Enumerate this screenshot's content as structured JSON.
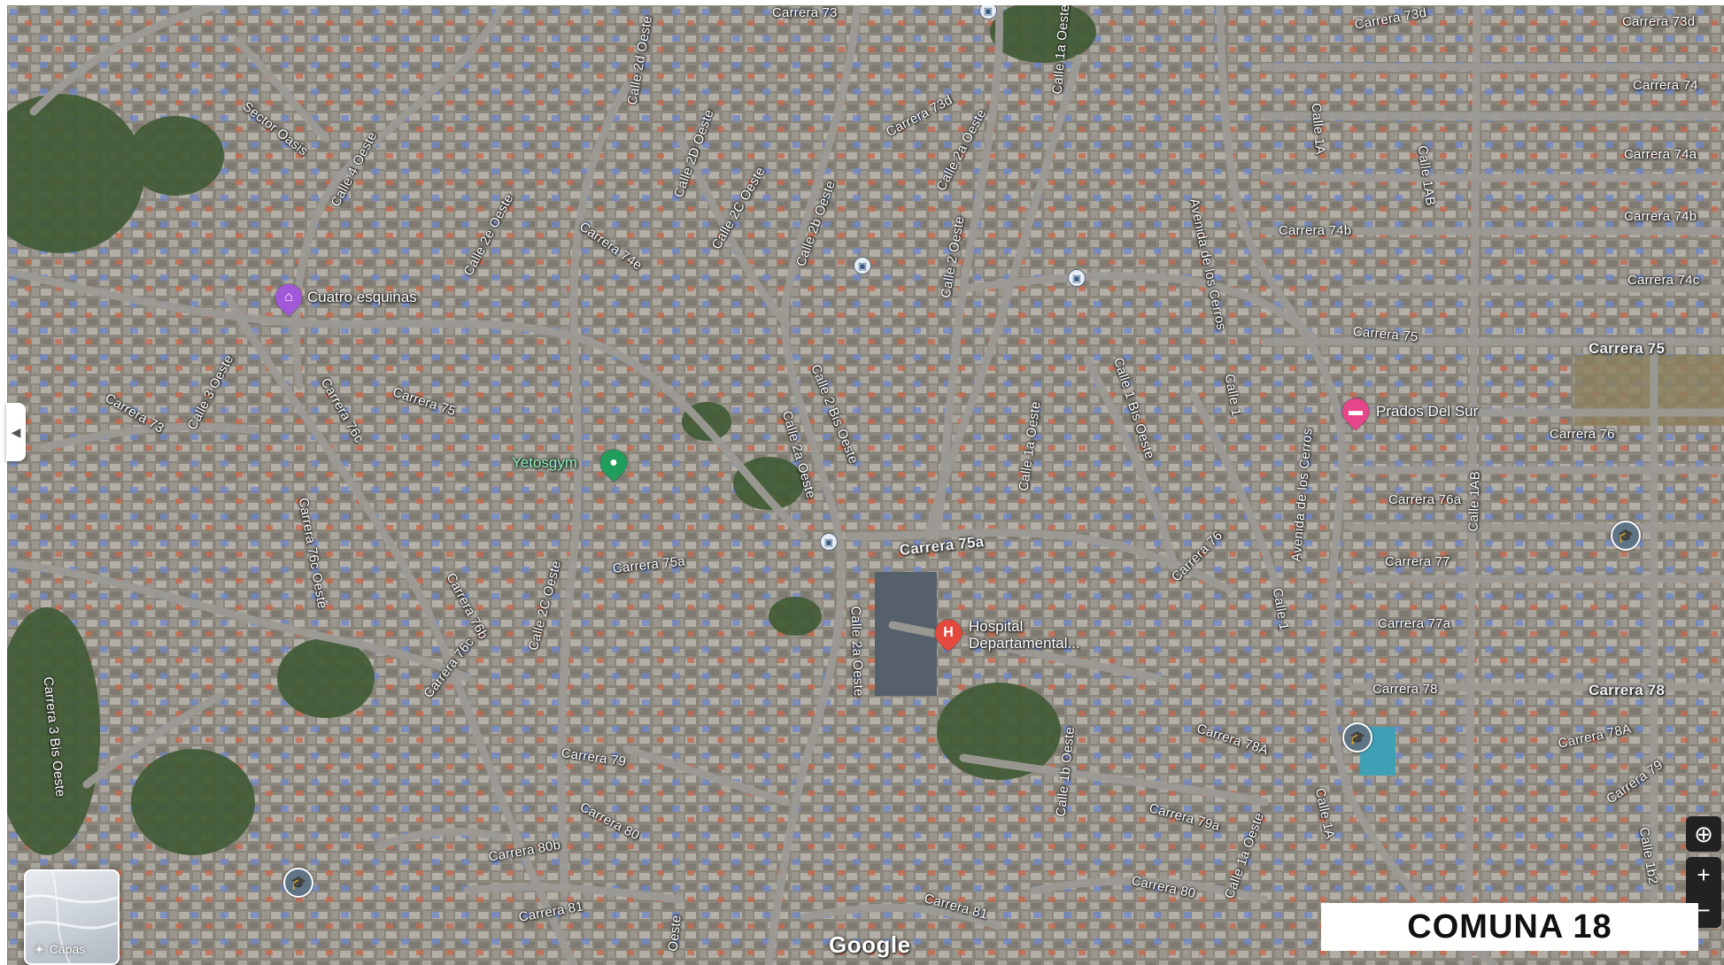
{
  "roads": [
    {
      "id": "r1",
      "text": "Carrera 73d"
    },
    {
      "id": "r2",
      "text": "Carrera 73d"
    },
    {
      "id": "r3",
      "text": "Carrera 74"
    },
    {
      "id": "r4",
      "text": "Carrera 74a"
    },
    {
      "id": "r5",
      "text": "Carrera 74b"
    },
    {
      "id": "r6",
      "text": "Carrera 74b"
    },
    {
      "id": "r7",
      "text": "Carrera 74c"
    },
    {
      "id": "r8",
      "text": "Carrera 75"
    },
    {
      "id": "r9",
      "text": "Carrera 75"
    },
    {
      "id": "r10",
      "text": "Carrera 76"
    },
    {
      "id": "r11",
      "text": "Carrera 76a"
    },
    {
      "id": "r12",
      "text": "Carrera 77"
    },
    {
      "id": "r13",
      "text": "Carrera 77a"
    },
    {
      "id": "r14",
      "text": "Carrera 78"
    },
    {
      "id": "r15",
      "text": "Carrera 78"
    },
    {
      "id": "r16",
      "text": "Carrera 78A"
    },
    {
      "id": "r17",
      "text": "Carrera 79"
    },
    {
      "id": "r18",
      "text": "Calle 1b2"
    },
    {
      "id": "r19",
      "text": "Calle 1A"
    },
    {
      "id": "r20",
      "text": "Calle 1AB"
    },
    {
      "id": "r21",
      "text": "Calle 1AB"
    },
    {
      "id": "r22",
      "text": "Avenida de los Cerros"
    },
    {
      "id": "r23",
      "text": "Avenida de los Cerros"
    },
    {
      "id": "r24",
      "text": "Calle 1a Oeste"
    },
    {
      "id": "r25",
      "text": "Calle 1 Bis Oeste"
    },
    {
      "id": "r26",
      "text": "Calle 1"
    },
    {
      "id": "r27",
      "text": "Calle 1"
    },
    {
      "id": "r28",
      "text": "Carrera 76"
    },
    {
      "id": "r29",
      "text": "Carrera 75a"
    },
    {
      "id": "r30",
      "text": "Calle 1a Oeste"
    },
    {
      "id": "r31",
      "text": "Calle 2 Oeste"
    },
    {
      "id": "r32",
      "text": "Calle 2a Oeste"
    },
    {
      "id": "r33",
      "text": "Carrera 73d"
    },
    {
      "id": "r34",
      "text": "Calle 2b Oeste"
    },
    {
      "id": "r35",
      "text": "Calle 2C Oeste"
    },
    {
      "id": "r36",
      "text": "Calle 2D Oeste"
    },
    {
      "id": "r37",
      "text": "Calle 2d Oeste"
    },
    {
      "id": "r38",
      "text": "Carrera 74e"
    },
    {
      "id": "r39",
      "text": "Calle 2e Oeste"
    },
    {
      "id": "r40",
      "text": "Calle 4 Oeste"
    },
    {
      "id": "r41",
      "text": "Sector Oasis"
    },
    {
      "id": "r42",
      "text": "Calle 3 Oeste"
    },
    {
      "id": "r43",
      "text": "Carrera 73"
    },
    {
      "id": "r44",
      "text": "Carrera 76c"
    },
    {
      "id": "r45",
      "text": "Carrera 75"
    },
    {
      "id": "r46",
      "text": "Carrera 76c Oeste"
    },
    {
      "id": "r47",
      "text": "Carrera 76b"
    },
    {
      "id": "r48",
      "text": "Calle 2C Oeste"
    },
    {
      "id": "r49",
      "text": "Carrera 75a"
    },
    {
      "id": "r50",
      "text": "Calle 2 Bis Oeste"
    },
    {
      "id": "r51",
      "text": "Calle 2a Oeste"
    },
    {
      "id": "r52",
      "text": "Calle 2a Oeste"
    },
    {
      "id": "r53",
      "text": "Carrera 76c"
    },
    {
      "id": "r54",
      "text": "Carrera 3 Bis Oeste"
    },
    {
      "id": "r55",
      "text": "Carrera 79"
    },
    {
      "id": "r56",
      "text": "Carrera 80"
    },
    {
      "id": "r57",
      "text": "Carrera 80b"
    },
    {
      "id": "r58",
      "text": "Carrera 81"
    },
    {
      "id": "r59",
      "text": "Carrera 81"
    },
    {
      "id": "r60",
      "text": "Carrera 80"
    },
    {
      "id": "r61",
      "text": "Carrera 79a"
    },
    {
      "id": "r62",
      "text": "Carrera 78A"
    },
    {
      "id": "r63",
      "text": "Calle 1b Oeste"
    },
    {
      "id": "r64",
      "text": "Calle 1a Oeste"
    },
    {
      "id": "r65",
      "text": "Calle 1A"
    },
    {
      "id": "r66",
      "text": "Oeste"
    },
    {
      "id": "r67",
      "text": "Carrera 73"
    }
  ],
  "pois": {
    "cuatro_esquinas": "Cuatro esquinas",
    "yetosgym": "Yetosgym",
    "hospital_line1": "Hospital",
    "hospital_line2": "Departamental...",
    "prados": "Prados Del Sur"
  },
  "layers_label": "Capas",
  "google_logo": "Google",
  "overlay_title": "COMUNA 18",
  "controls": {
    "zoom_in": "+",
    "zoom_out": "−"
  },
  "colors": {
    "poi_purple": "#a259d9",
    "poi_green": "#1e9e5a",
    "poi_hospital": "#e5483d",
    "poi_pink": "#e6458a",
    "school": "#5f7585"
  }
}
